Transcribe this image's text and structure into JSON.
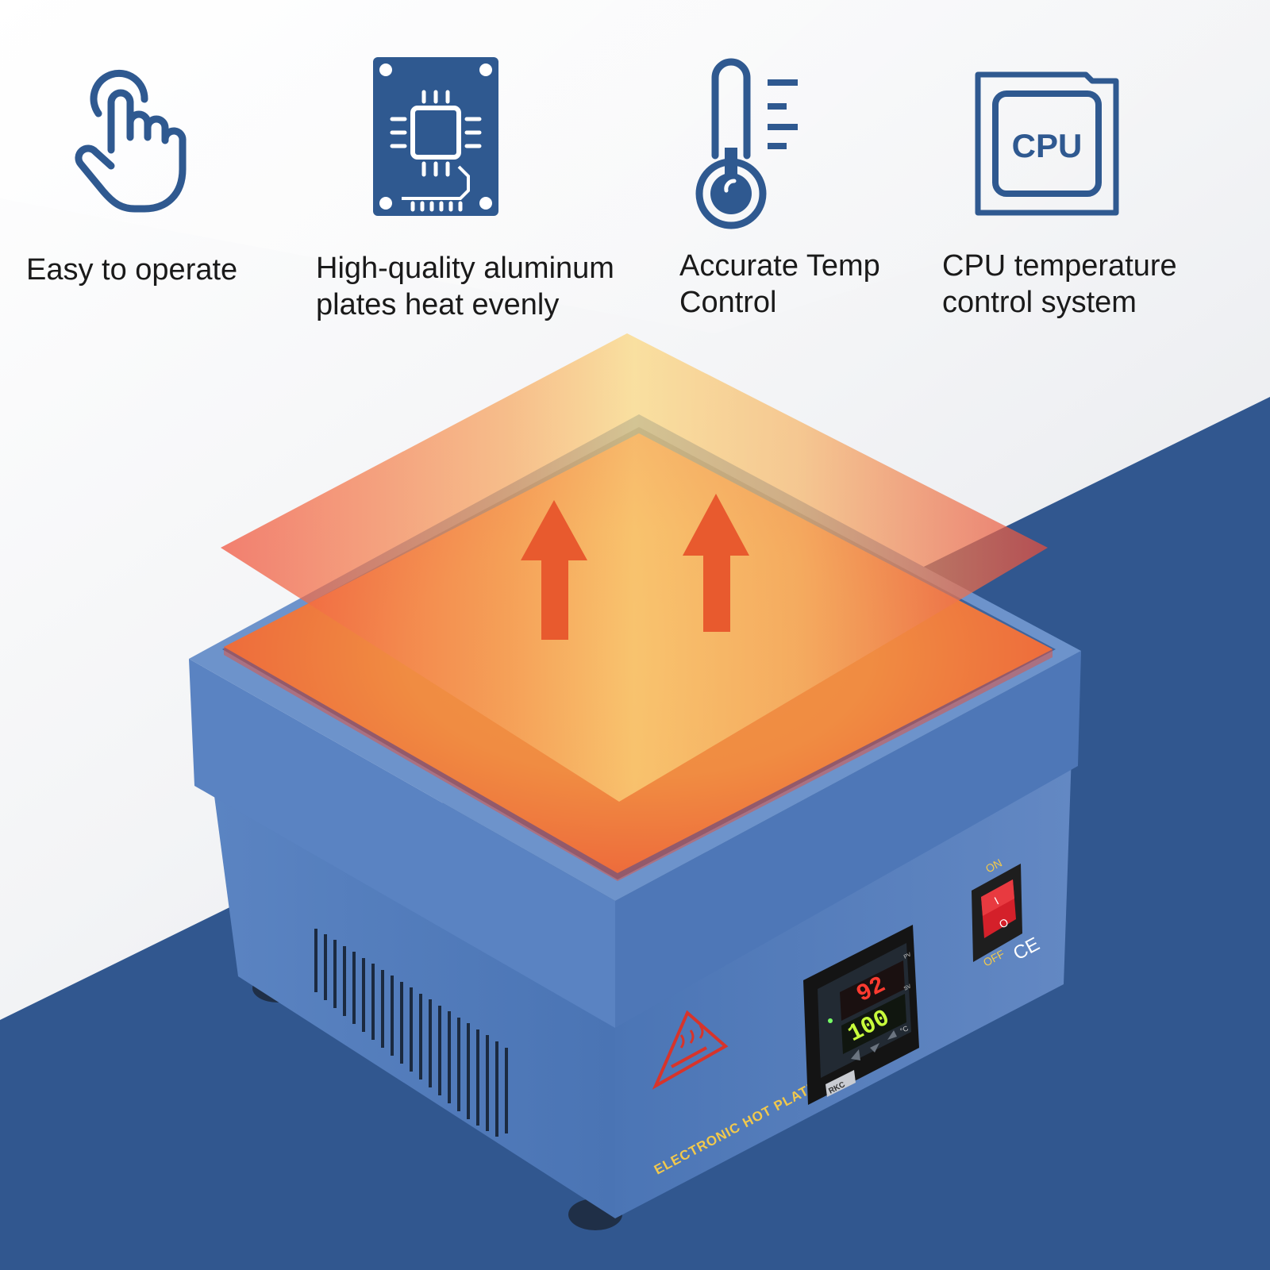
{
  "colors": {
    "navy": "#31578f",
    "icon_blue": "#2f5990",
    "device_blue": "#4d78b8",
    "plate_orange": "#f05a3a",
    "plate_yellow": "#f9cc4d",
    "arrow_orange": "#e85a2e",
    "text": "#1a1a1a"
  },
  "features": [
    {
      "id": "easy",
      "label": "Easy to operate",
      "icon": "tap-finger-icon"
    },
    {
      "id": "aluminum",
      "label": "High-quality aluminum\nplates heat evenly",
      "icon": "circuit-board-icon"
    },
    {
      "id": "temp",
      "label": "Accurate Temp\nControl",
      "icon": "thermometer-icon"
    },
    {
      "id": "cpu",
      "label": "CPU temperature\ncontrol system",
      "icon": "cpu-chip-icon"
    }
  ],
  "cpu_icon_text": "CPU",
  "device": {
    "brand_text": "ELECTRONIC HOT PLATE",
    "switch_on": "ON",
    "switch_off": "OFF",
    "switch_i": "I",
    "switch_o": "O",
    "ce_mark": "CE",
    "controller": {
      "pv": "92",
      "sv": "100",
      "pv_tag": "PV",
      "sv_tag": "SV",
      "unit": "°C",
      "model": "RKC"
    },
    "warning_icon": "hot-surface-warning-icon"
  }
}
